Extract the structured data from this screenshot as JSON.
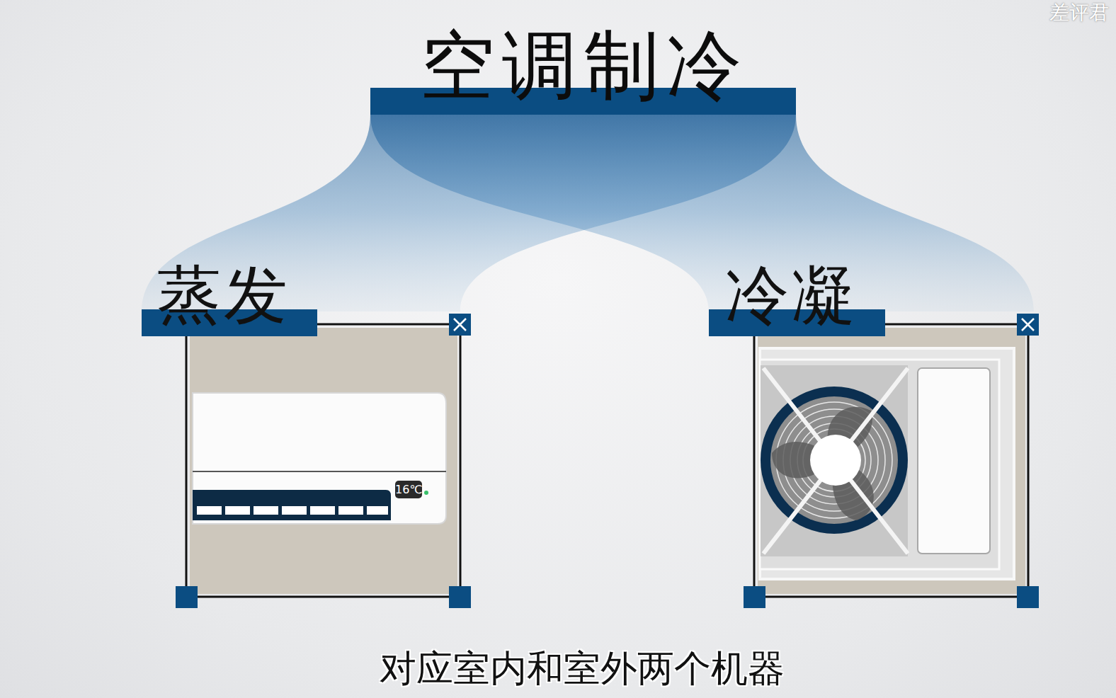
{
  "diagram": {
    "title": "空调制冷",
    "caption": "对应室内和室外两个机器",
    "nodes": [
      {
        "text": [
          "蒸发"
        ]
      },
      {
        "text": [
          "冷凝"
        ]
      }
    ],
    "labels": [
      "16℃",
      "差评君"
    ]
  }
}
